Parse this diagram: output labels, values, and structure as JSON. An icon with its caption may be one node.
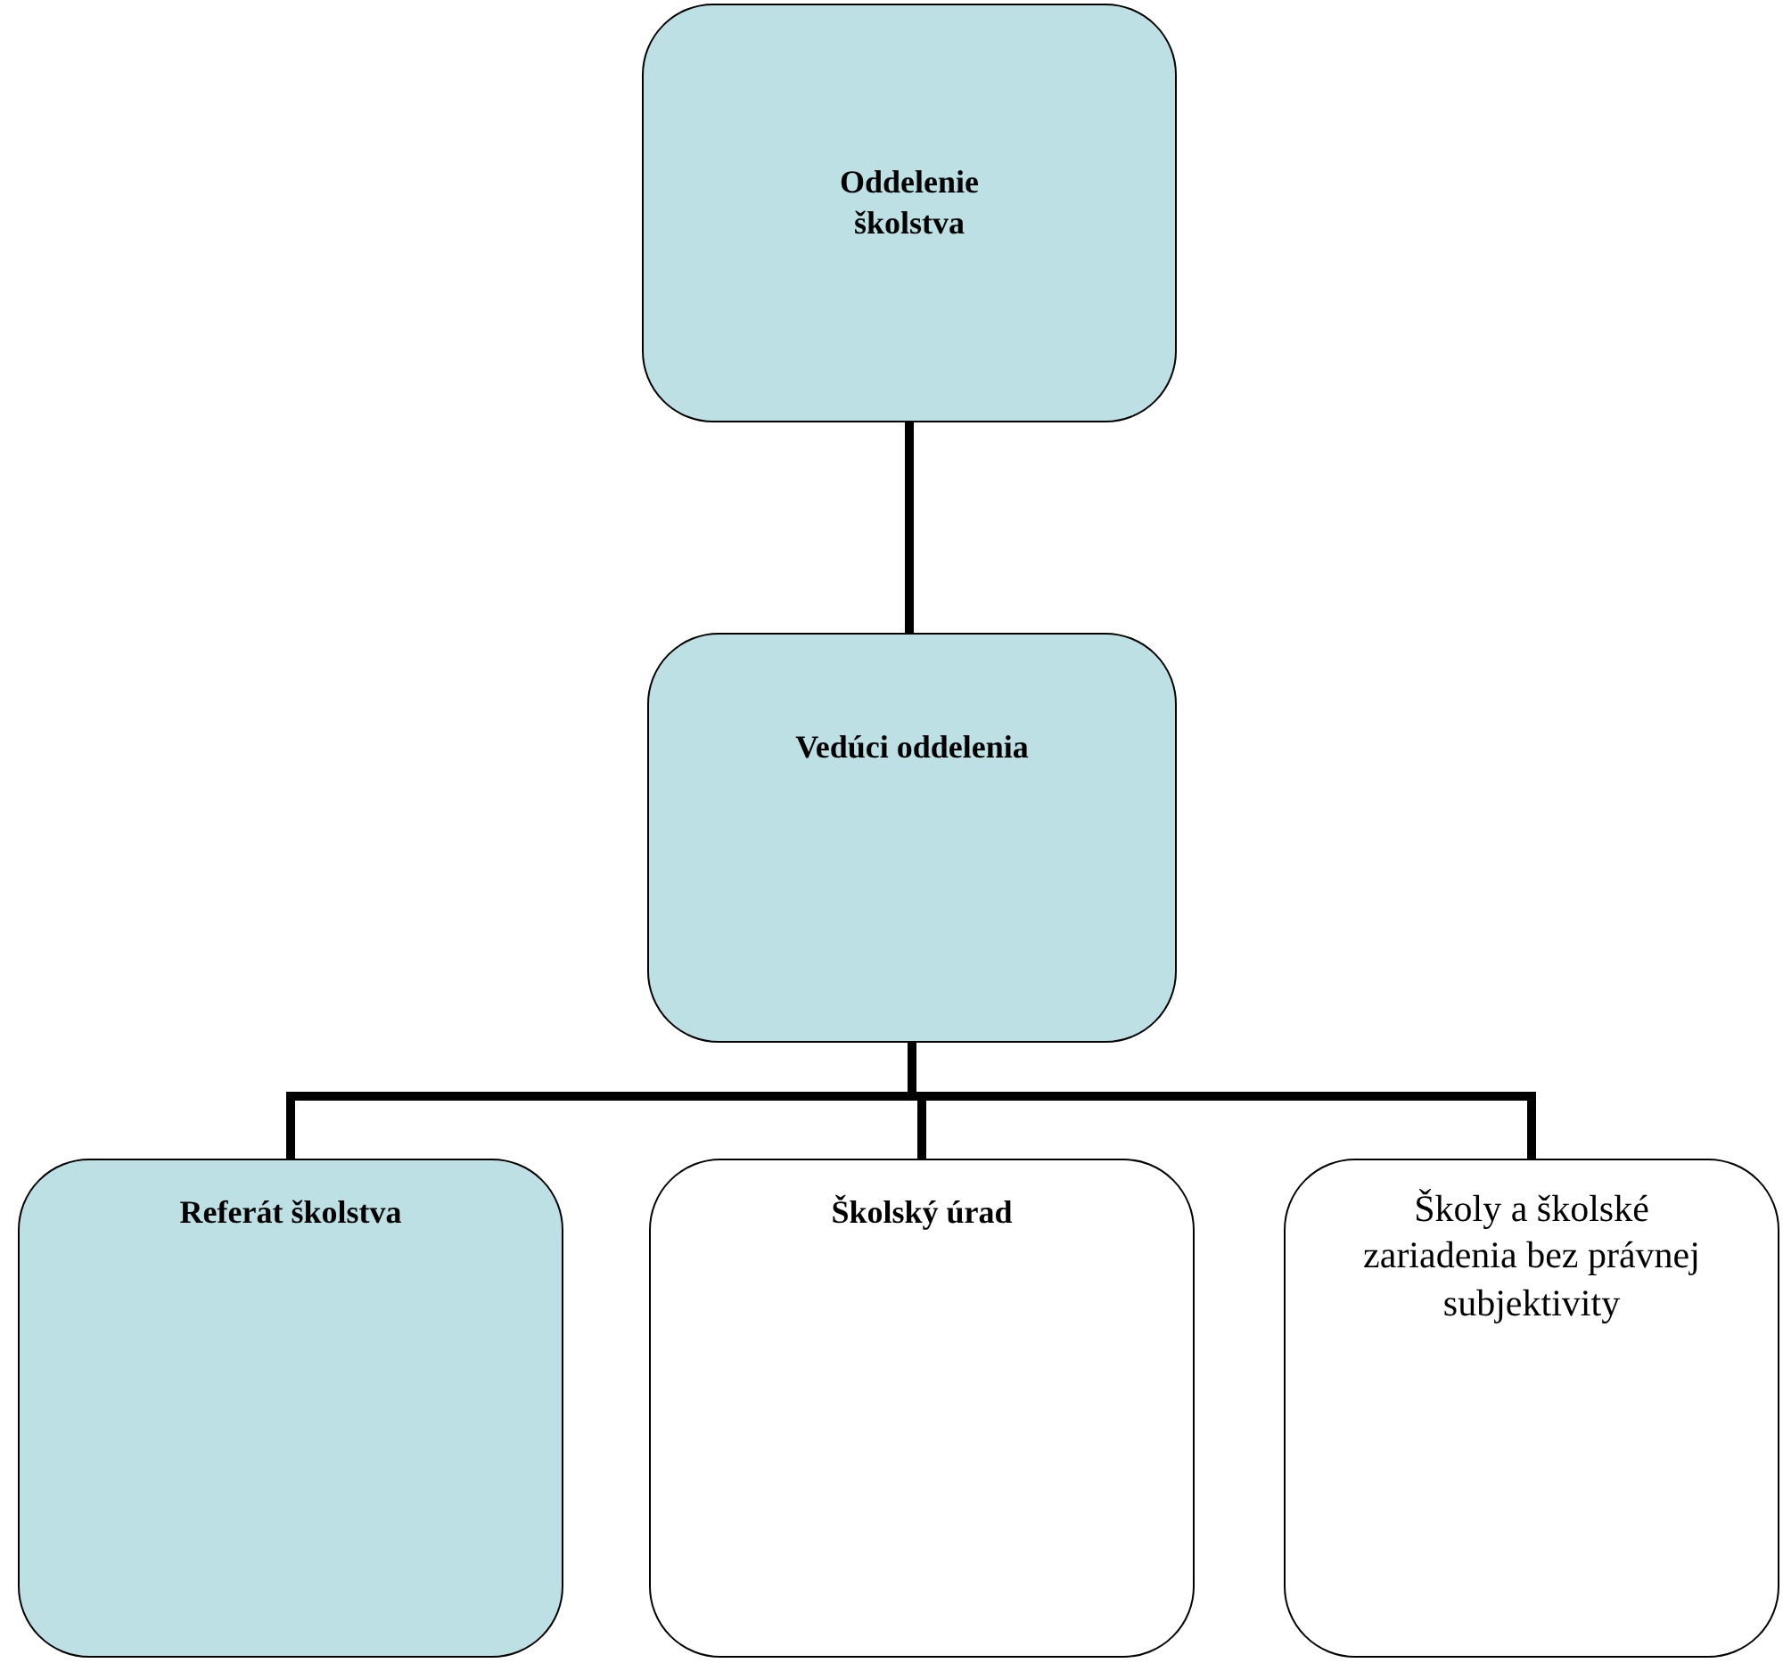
{
  "diagram": {
    "nodes": [
      {
        "text": [
          "Oddelenie školstva"
        ]
      },
      {
        "text": [
          "Vedúci oddelenia"
        ]
      },
      {
        "text": [
          "Referát školstva"
        ]
      },
      {
        "text": [
          "Školský úrad"
        ]
      },
      {
        "text": [
          "Školy a školské zariadenia bez právnej subjektivity"
        ]
      }
    ],
    "edges": [
      {
        "from": 0,
        "to": 1,
        "arrow": "none"
      },
      {
        "from": 1,
        "to": 2,
        "arrow": "none"
      },
      {
        "from": 1,
        "to": 3,
        "arrow": "none"
      },
      {
        "from": 1,
        "to": 4,
        "arrow": "none"
      }
    ]
  }
}
